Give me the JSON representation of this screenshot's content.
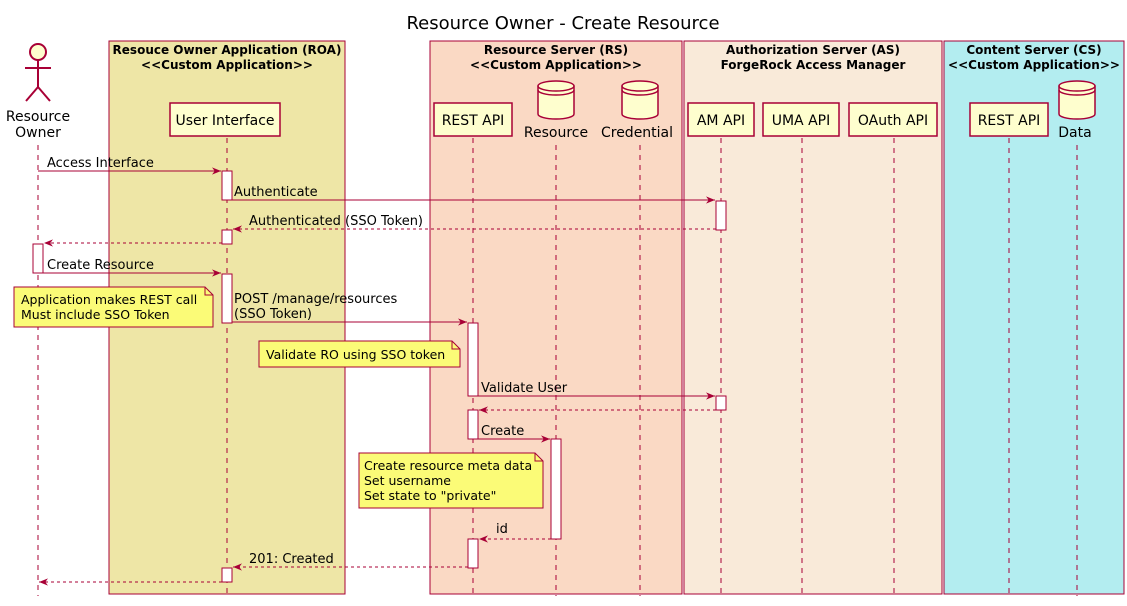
{
  "title": "Resource Owner - Create Resource",
  "groups": [
    {
      "id": "roa",
      "title_line1": "Resouce Owner Application (ROA)",
      "title_line2": "<<Custom Application>>",
      "fill": "#EEE6A6",
      "stroke": "#A80036"
    },
    {
      "id": "rs",
      "title_line1": "Resource Server (RS)",
      "title_line2": "<<Custom Application>>",
      "fill": "#FAD9C4",
      "stroke": "#A80036"
    },
    {
      "id": "as",
      "title_line1": "Authorization Server (AS)",
      "title_line2": "ForgeRock Access Manager",
      "fill": "#F9EAD9",
      "stroke": "#A80036"
    },
    {
      "id": "cs",
      "title_line1": "Content Server (CS)",
      "title_line2": "<<Custom Application>>",
      "fill": "#B3EDF0",
      "stroke": "#A80036"
    }
  ],
  "participants": [
    {
      "id": "ro",
      "kind": "actor",
      "label_line1": "Resource",
      "label_line2": "Owner"
    },
    {
      "id": "ui",
      "kind": "box",
      "label": "User Interface"
    },
    {
      "id": "rsapi",
      "kind": "box",
      "label": "REST API"
    },
    {
      "id": "resource",
      "kind": "database",
      "label": "Resource"
    },
    {
      "id": "credential",
      "kind": "database",
      "label": "Credential"
    },
    {
      "id": "amapi",
      "kind": "box",
      "label": "AM API"
    },
    {
      "id": "umaapi",
      "kind": "box",
      "label": "UMA API"
    },
    {
      "id": "oauthapi",
      "kind": "box",
      "label": "OAuth API"
    },
    {
      "id": "csapi",
      "kind": "box",
      "label": "REST API"
    },
    {
      "id": "data",
      "kind": "database",
      "label": "Data"
    }
  ],
  "messages": [
    {
      "from": "ro",
      "to": "ui",
      "line1": "Access Interface",
      "line2": "",
      "dashed": false
    },
    {
      "from": "ui",
      "to": "amapi",
      "line1": "Authenticate",
      "line2": "",
      "dashed": false
    },
    {
      "from": "amapi",
      "to": "ui",
      "line1": "Authenticated (SSO Token)",
      "line2": "",
      "dashed": true
    },
    {
      "from": "ui",
      "to": "ro",
      "line1": "",
      "line2": "",
      "dashed": true
    },
    {
      "from": "ro",
      "to": "ui",
      "line1": "Create Resource",
      "line2": "",
      "dashed": false
    },
    {
      "from": "ui",
      "to": "rsapi",
      "line1": "POST /manage/resources",
      "line2": "(SSO Token)",
      "dashed": false
    },
    {
      "from": "rsapi",
      "to": "amapi",
      "line1": "Validate User",
      "line2": "",
      "dashed": false
    },
    {
      "from": "amapi",
      "to": "rsapi",
      "line1": "",
      "line2": "",
      "dashed": true
    },
    {
      "from": "rsapi",
      "to": "resource",
      "line1": "Create",
      "line2": "",
      "dashed": false
    },
    {
      "from": "resource",
      "to": "rsapi",
      "line1": "id",
      "line2": "",
      "dashed": true
    },
    {
      "from": "rsapi",
      "to": "ui",
      "line1": "201: Created",
      "line2": "",
      "dashed": true
    },
    {
      "from": "ui",
      "to": "ro",
      "line1": "",
      "line2": "",
      "dashed": true
    }
  ],
  "notes": [
    {
      "id": "note-rest-call",
      "lines": [
        "Application makes REST call",
        "Must include SSO Token"
      ]
    },
    {
      "id": "note-validate-ro",
      "lines": [
        "Validate RO using SSO token"
      ]
    },
    {
      "id": "note-create-meta",
      "lines": [
        "Create resource meta data",
        "Set username",
        "Set state to \"private\""
      ]
    }
  ],
  "colors": {
    "line": "#A80036",
    "participant_fill": "#FEFECE",
    "note_fill": "#FBFB77",
    "note_stroke": "#A80036",
    "activation_fill": "#FFFFFF"
  }
}
